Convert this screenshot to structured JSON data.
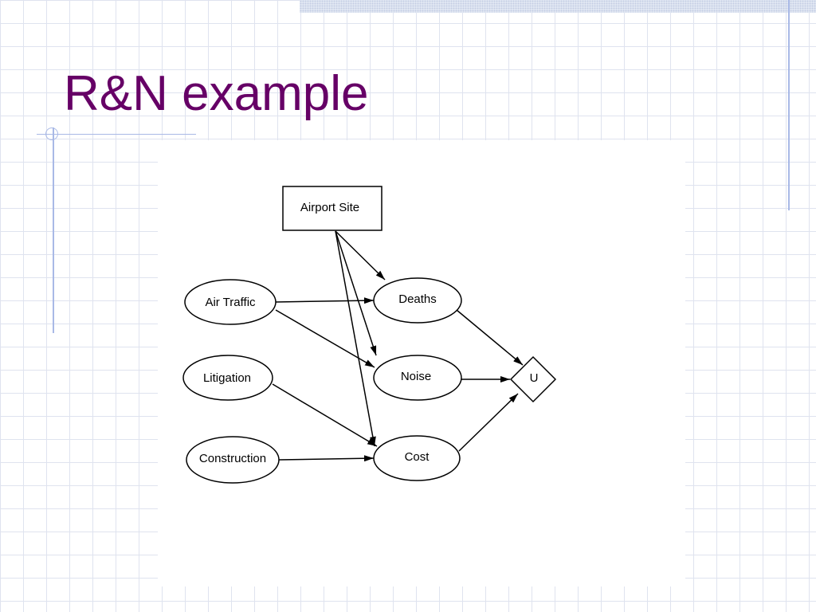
{
  "slide": {
    "title": "R&N example"
  },
  "diagram": {
    "nodes": {
      "airport_site": "Airport Site",
      "air_traffic": "Air Traffic",
      "litigation": "Litigation",
      "construction": "Construction",
      "deaths": "Deaths",
      "noise": "Noise",
      "cost": "Cost",
      "utility": "U"
    },
    "edges": [
      [
        "Airport Site",
        "Deaths"
      ],
      [
        "Airport Site",
        "Noise"
      ],
      [
        "Airport Site",
        "Cost"
      ],
      [
        "Air Traffic",
        "Deaths"
      ],
      [
        "Air Traffic",
        "Noise"
      ],
      [
        "Litigation",
        "Cost"
      ],
      [
        "Construction",
        "Cost"
      ],
      [
        "Deaths",
        "U"
      ],
      [
        "Noise",
        "U"
      ],
      [
        "Cost",
        "U"
      ]
    ]
  }
}
